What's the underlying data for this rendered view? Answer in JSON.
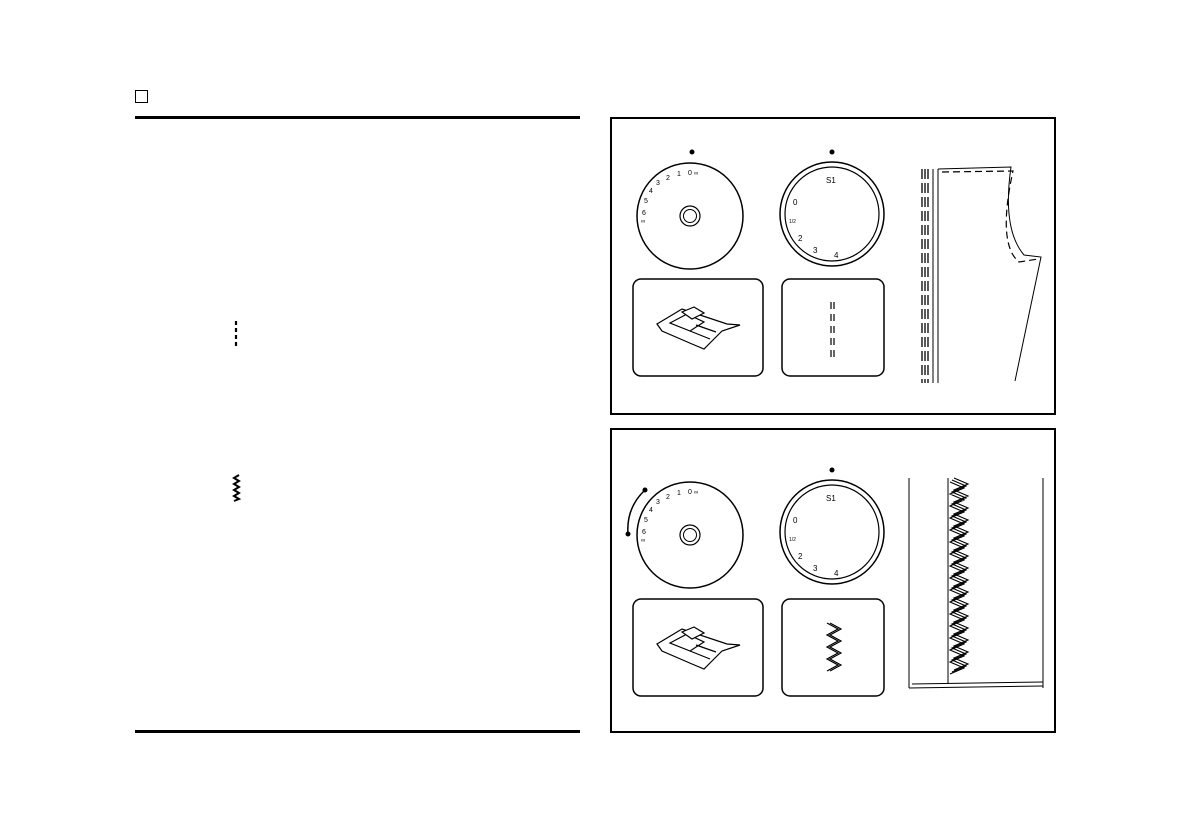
{
  "page": {
    "checkbox_checked": false
  },
  "dials": {
    "width_dial_labels": [
      "0",
      "1",
      "2",
      "3",
      "4",
      "5",
      "6"
    ],
    "width_dial_end_marks": [
      "∞",
      "∞"
    ],
    "length_dial_labels": [
      "S1",
      "0",
      "2",
      "3",
      "4"
    ],
    "length_dial_fine_mark": "1/2"
  },
  "illustrations": [
    {
      "name": "straight-stitch",
      "width_setting": "0",
      "stitch_icon": "straight-stitch-icon"
    },
    {
      "name": "zigzag-stitch",
      "width_setting": "5",
      "stitch_icon": "zigzag-stitch-icon"
    }
  ],
  "colors": {
    "ink": "#000000",
    "paper": "#ffffff"
  }
}
